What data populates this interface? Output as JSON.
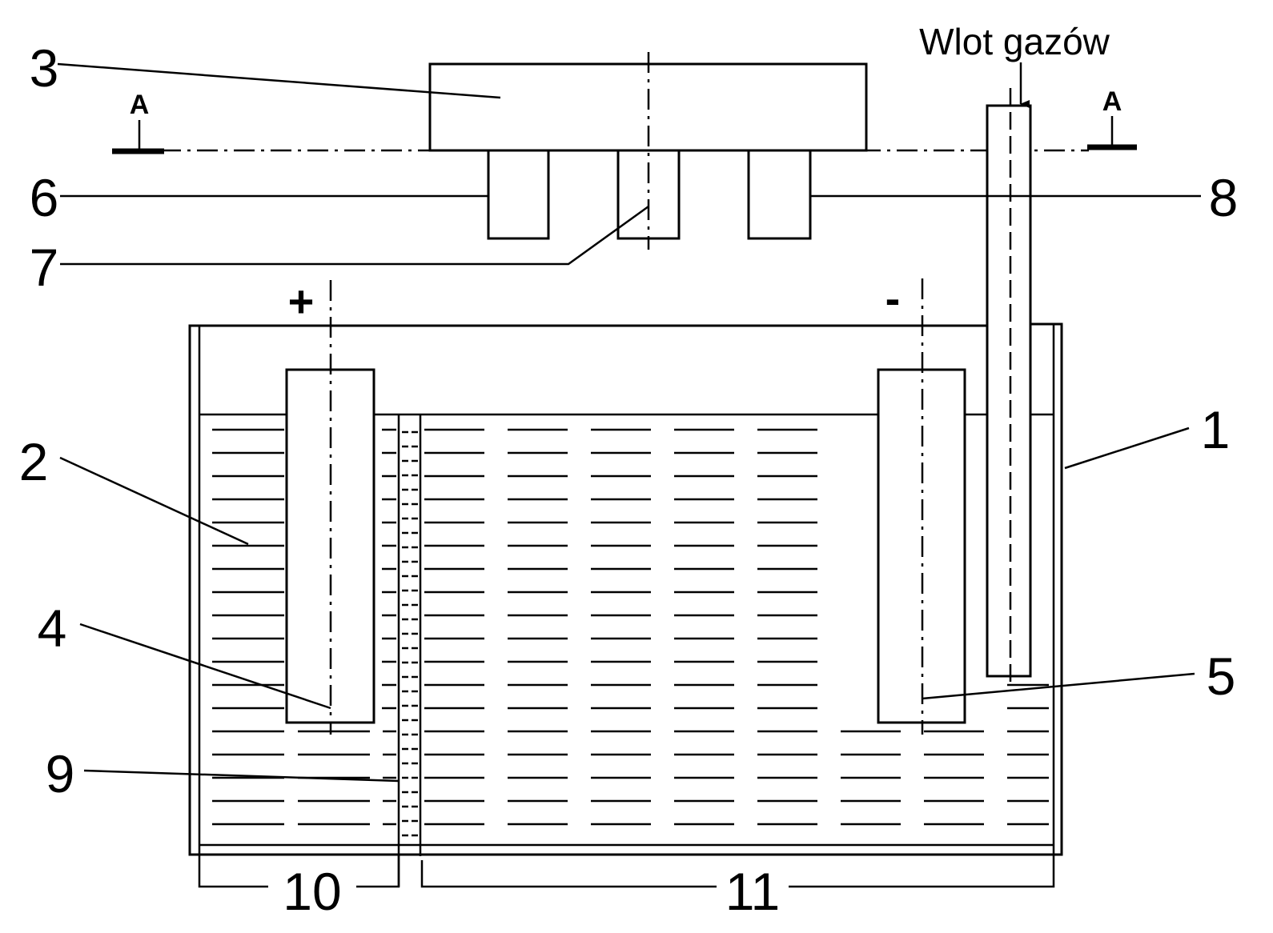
{
  "title_label": "Wlot gazów",
  "section_marker": "A",
  "polarity": {
    "positive": "+",
    "negative": "-"
  },
  "callouts": {
    "c1": "1",
    "c2": "2",
    "c3": "3",
    "c4": "4",
    "c5": "5",
    "c6": "6",
    "c7": "7",
    "c8": "8",
    "c9": "9",
    "c10": "10",
    "c11": "11"
  }
}
